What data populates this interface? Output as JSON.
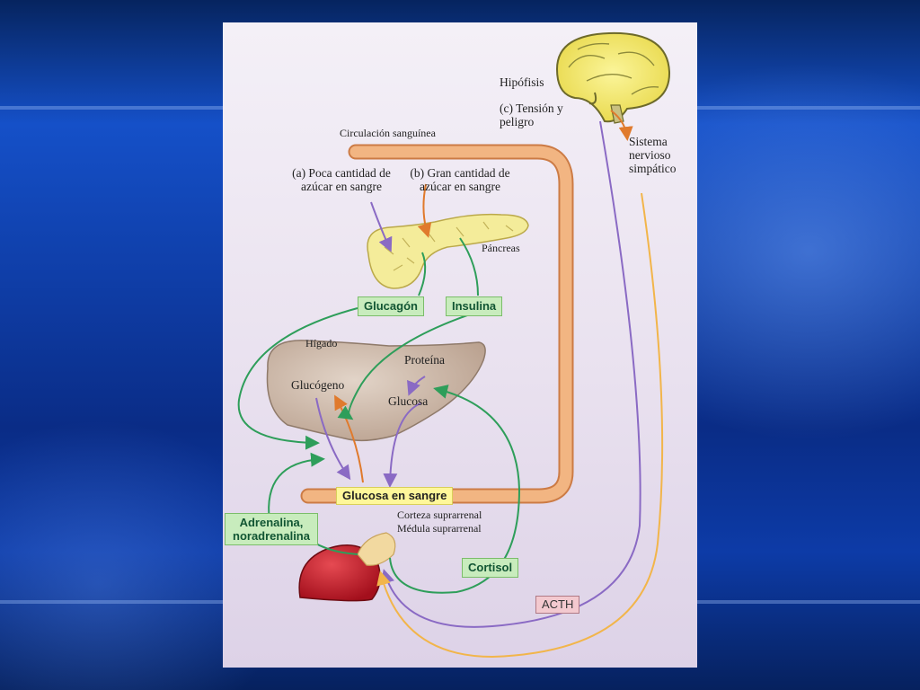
{
  "labels": {
    "hipofisis": "Hipófisis",
    "tension": "(c) Tensión y peligro",
    "sistema": "Sistema nervioso simpático",
    "circulacion": "Circulación sanguínea",
    "poca": "(a) Poca cantidad de azúcar en sangre",
    "gran": "(b) Gran cantidad de azúcar en sangre",
    "pancreas": "Páncreas",
    "glucagon": "Glucagón",
    "insulina": "Insulina",
    "higado": "Hígado",
    "proteina": "Proteína",
    "glucogeno": "Glucógeno",
    "glucosa": "Glucosa",
    "glucosa_sangre": "Glucosa en sangre",
    "adrenalina": "Adrenalina, noradrenalina",
    "corteza": "Corteza suprarrenal",
    "medula": "Médula suprarrenal",
    "cortisol": "Cortisol",
    "acth": "ACTH"
  },
  "colors": {
    "vessel": "#f2b582",
    "vessel_edge": "#cc7b45",
    "green_arrow": "#2e9e5a",
    "purple_arrow": "#8a6ac4",
    "orange_arrow": "#e07a2c",
    "yellow_arrow": "#f2b54a",
    "hormone_box": "#c8ecbd",
    "glucose_box": "#fff79a",
    "acth_box": "#f3c9cf"
  }
}
